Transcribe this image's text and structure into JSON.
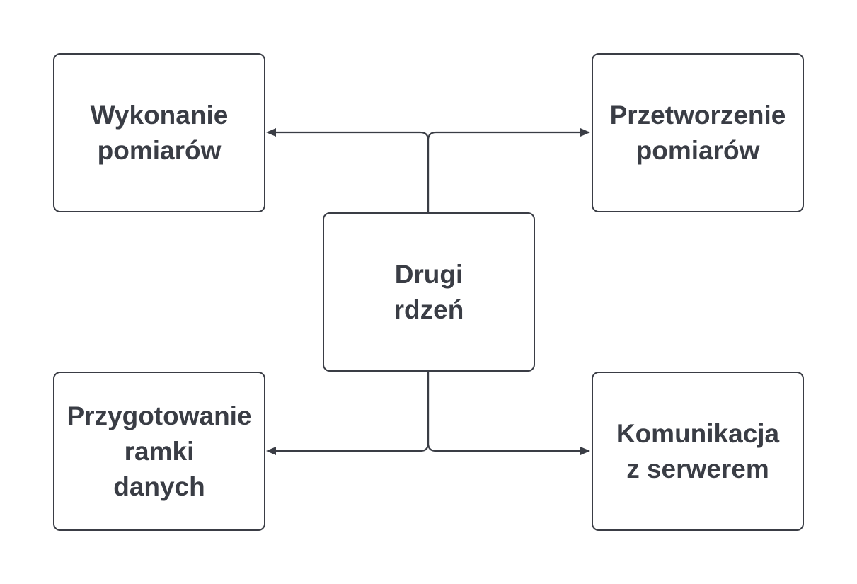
{
  "diagram": {
    "colors": {
      "stroke": "#3a3d45",
      "text": "#3a3d45",
      "background": "#ffffff"
    },
    "nodes": {
      "center": {
        "lines": [
          "Drugi",
          "rdzeń"
        ]
      },
      "top_left": {
        "lines": [
          "Wykonanie",
          "pomiarów"
        ]
      },
      "top_right": {
        "lines": [
          "Przetworzenie",
          "pomiarów"
        ]
      },
      "bottom_left": {
        "lines": [
          "Przygotowanie",
          "ramki",
          "danych"
        ]
      },
      "bottom_right": {
        "lines": [
          "Komunikacja",
          "z serwerem"
        ]
      }
    },
    "edges": [
      {
        "from": "center",
        "to": "top_left"
      },
      {
        "from": "center",
        "to": "top_right"
      },
      {
        "from": "center",
        "to": "bottom_left"
      },
      {
        "from": "center",
        "to": "bottom_right"
      }
    ]
  }
}
